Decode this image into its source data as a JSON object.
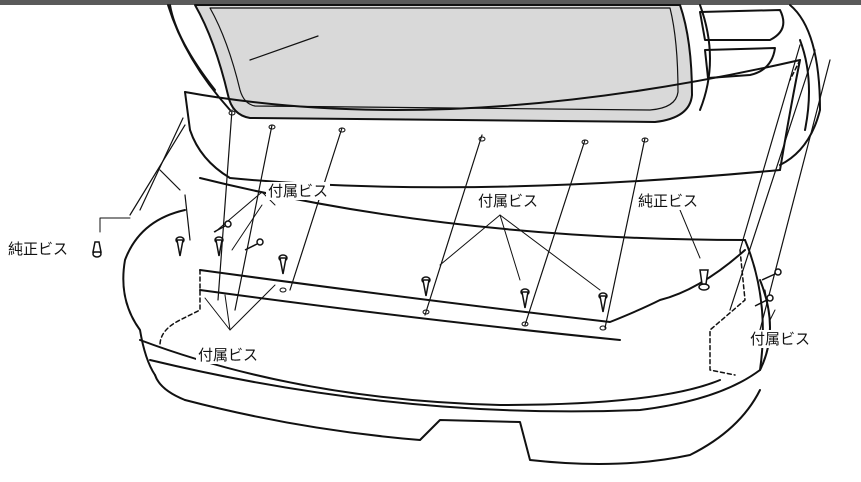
{
  "labels": {
    "genuine_screw_left": "純正ビス",
    "genuine_screw_right": "純正ビス",
    "supplied_screw_top_left": "付属ビス",
    "supplied_screw_top_center": "付属ビス",
    "supplied_screw_bottom_left": "付属ビス",
    "supplied_screw_right": "付属ビス"
  },
  "colors": {
    "line": "#111111",
    "glass": "#d9d9d9",
    "topbar": "#5a5a5a",
    "background": "#ffffff"
  }
}
